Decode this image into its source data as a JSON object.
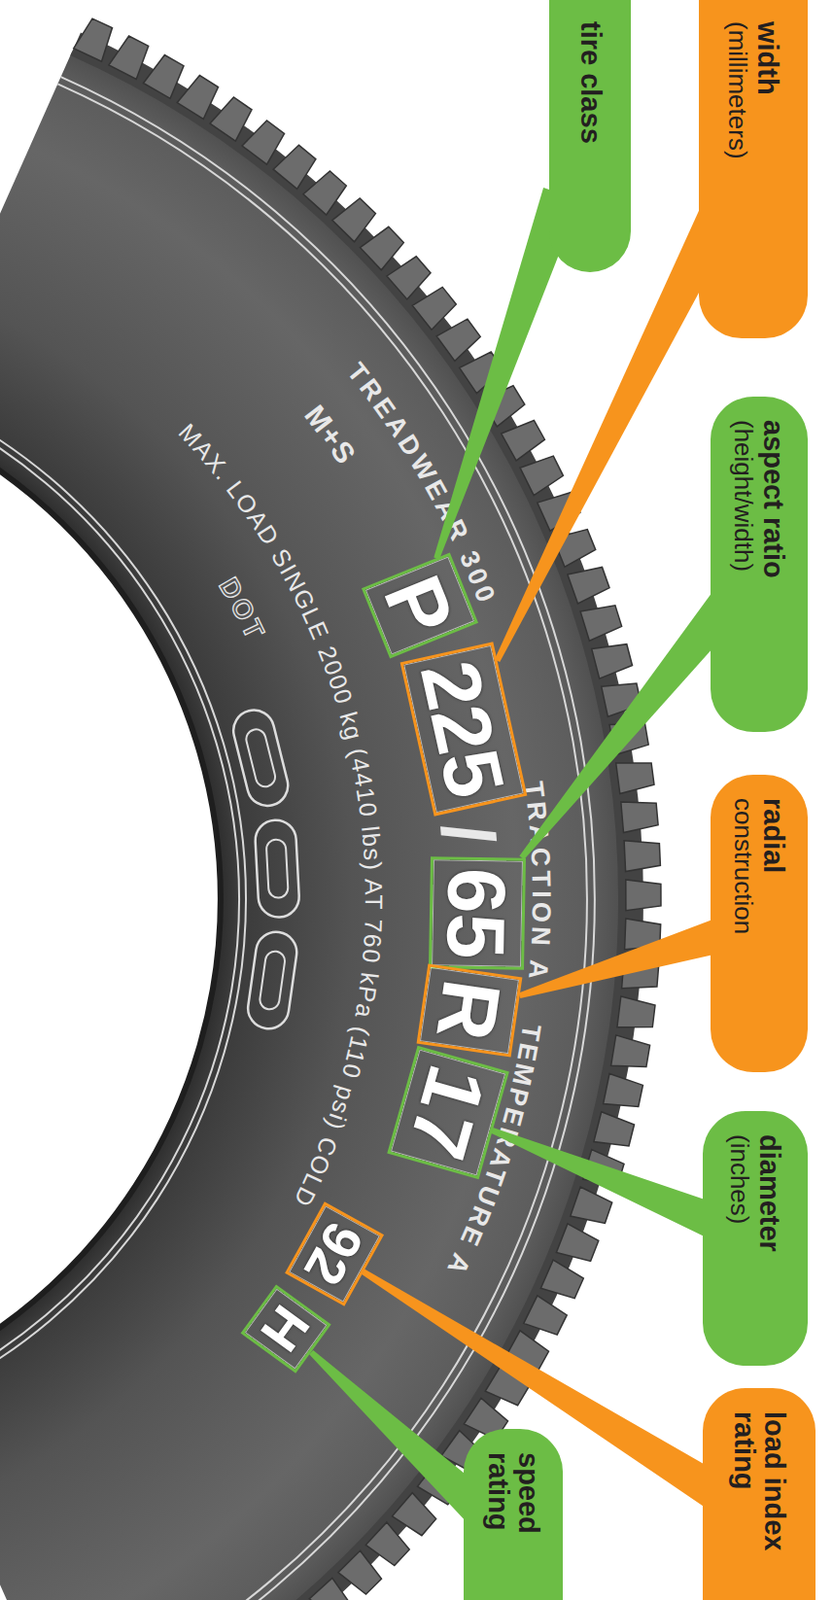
{
  "diagram": {
    "nodes": [
      {
        "text": [
          "tire class"
        ]
      },
      {
        "text": [
          "width",
          "(millimeters)"
        ]
      },
      {
        "text": [
          "aspect ratio",
          "(height/width)"
        ]
      },
      {
        "text": [
          "radial",
          "construction"
        ]
      },
      {
        "text": [
          "diameter",
          "(inches)"
        ]
      },
      {
        "text": [
          "load index rating"
        ]
      },
      {
        "text": [
          "speed rating"
        ]
      },
      {
        "text": [
          "P"
        ]
      },
      {
        "text": [
          "225"
        ]
      },
      {
        "text": [
          "65"
        ]
      },
      {
        "text": [
          "R"
        ]
      },
      {
        "text": [
          "17"
        ]
      },
      {
        "text": [
          "92"
        ]
      },
      {
        "text": [
          "H"
        ]
      }
    ],
    "edges": [
      {
        "from": 0,
        "to": 7,
        "arrow": "none"
      },
      {
        "from": 1,
        "to": 8,
        "arrow": "none"
      },
      {
        "from": 2,
        "to": 9,
        "arrow": "none"
      },
      {
        "from": 3,
        "to": 10,
        "arrow": "none"
      },
      {
        "from": 4,
        "to": 11,
        "arrow": "none"
      },
      {
        "from": 5,
        "to": 12,
        "arrow": "none"
      },
      {
        "from": 6,
        "to": 13,
        "arrow": "none"
      }
    ],
    "labels": [
      "TREADWEAR 300",
      "TRACTION A",
      "TEMPERATURE A",
      "M+S",
      "/",
      "MAX. LOAD SINGLE 2000 kg (4410 lbs) AT 760 kPa (110 psi) COLD",
      "DOT"
    ]
  }
}
